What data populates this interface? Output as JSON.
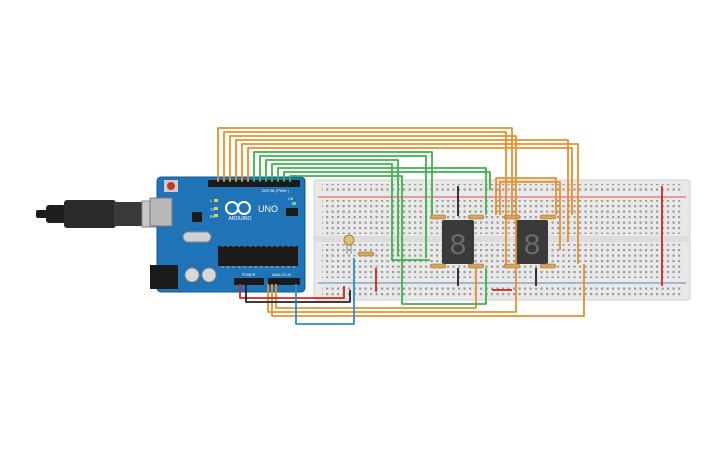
{
  "arduino": {
    "brand": "ARDUINO",
    "model": "UNO",
    "digital_header_label": "DIGITAL (PWM~)",
    "power_label": "POWER",
    "analog_label": "ANALOG IN",
    "on_label": "ON",
    "tx_label": "TX",
    "rx_label": "RX",
    "l_label": "L"
  },
  "displays": [
    {
      "digit": "8"
    },
    {
      "digit": "8"
    }
  ],
  "wire_colors": {
    "orange": "#e8902a",
    "green": "#3cb34a",
    "red": "#d2231e",
    "black": "#222222",
    "blue": "#2a8bd4"
  },
  "board_color": "#1f73b7",
  "breadboard_color": "#e9e9e9"
}
